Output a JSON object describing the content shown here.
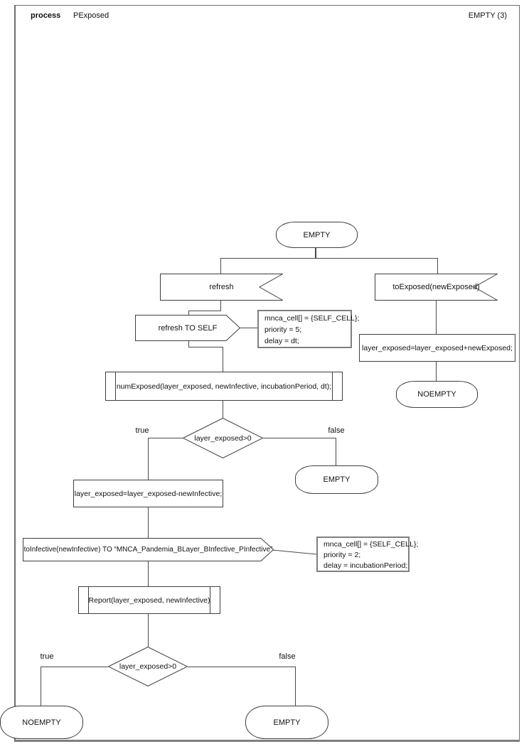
{
  "colors": {
    "line": "#4a4a4a",
    "shape_border": "#3f3f3f",
    "comment_border": "#7f7f7f",
    "frame_border": "#6e6e6e",
    "text": "#111111",
    "bg": "#ffffff"
  },
  "header": {
    "kind": "process",
    "name": "PExposed",
    "badge": "EMPTY (3)"
  },
  "diagram": {
    "start_state": "EMPTY",
    "input_refresh": "refresh",
    "input_to_exposed": "toExposed(newExposed)",
    "output_refresh_self": "refresh TO SELF",
    "comment_refresh": {
      "line1": "mnca_cell[] = {SELF_CELL};",
      "line2": "priority = 5;",
      "line3": "delay = dt;"
    },
    "task_add_exposed": "layer_exposed=layer_exposed+newExposed;",
    "state_noempty_right": "NOEMPTY",
    "call_num_exposed": "numExposed(layer_exposed, newInfective, incubationPeriod, dt);",
    "decision_top": {
      "condition": "layer_exposed>0",
      "true_label": "true",
      "false_label": "false"
    },
    "state_empty_mid": "EMPTY",
    "task_sub_infective": "layer_exposed=layer_exposed-newInfective;",
    "output_to_infective": "toInfective(newInfective) TO “MNCA_Pandemia_BLayer_BInfective_PInfective”",
    "comment_infective": {
      "line1": "mnca_cell[] = {SELF_CELL};",
      "line2": "priority = 2;",
      "line3": "delay = incubationPeriod;"
    },
    "call_report": "Report(layer_exposed, newInfective)",
    "decision_bottom": {
      "condition": "layer_exposed>0",
      "true_label": "true",
      "false_label": "false"
    },
    "state_noempty_bottom": "NOEMPTY",
    "state_empty_bottom": "EMPTY"
  }
}
